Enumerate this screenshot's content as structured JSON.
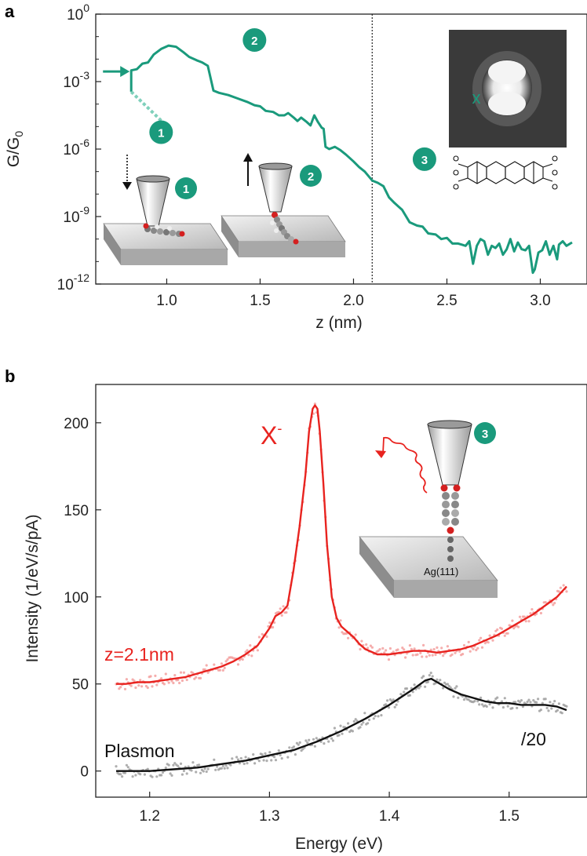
{
  "chart_data": [
    {
      "panel_label": "a",
      "type": "line",
      "xlabel": "z (nm)",
      "ylabel": "G/G",
      "ylabel_subscript": "0",
      "yscale": "log",
      "xlim": [
        0.62,
        3.25
      ],
      "ylim_log10": [
        -12,
        0
      ],
      "xticks": [
        "1.0",
        "1.5",
        "2.0",
        "2.5",
        "3.0"
      ],
      "xtick_values": [
        1.0,
        1.5,
        2.0,
        2.5,
        3.0
      ],
      "ytick_exponents": [
        "0",
        "-3",
        "-6",
        "-9",
        "-12"
      ],
      "ytick_values": [
        0,
        -3,
        -6,
        -9,
        -12
      ],
      "ytick_base": "10",
      "vline_x": 2.1,
      "series": [
        {
          "color": "#1a9a7c",
          "x": [
            0.81,
            0.81,
            0.84,
            0.87,
            0.9,
            0.93,
            0.97,
            1.01,
            1.05,
            1.09,
            1.12,
            1.16,
            1.19,
            1.22,
            1.25,
            1.28,
            1.33,
            1.38,
            1.43,
            1.47,
            1.5,
            1.53,
            1.57,
            1.6,
            1.63,
            1.65,
            1.68,
            1.7,
            1.72,
            1.75,
            1.77,
            1.79,
            1.81,
            1.83,
            1.84,
            1.85,
            1.87,
            1.9,
            1.93,
            1.96,
            2.0,
            2.03,
            2.06,
            2.1,
            2.13,
            2.16,
            2.19,
            2.22,
            2.26,
            2.3,
            2.34,
            2.37,
            2.4,
            2.44,
            2.47,
            2.5,
            2.53,
            2.56,
            2.58,
            2.6,
            2.62,
            2.64,
            2.66,
            2.68,
            2.7,
            2.72,
            2.74,
            2.76,
            2.78,
            2.8,
            2.82,
            2.84,
            2.86,
            2.88,
            2.9,
            2.92,
            2.94,
            2.96,
            2.97,
            2.99,
            3.01,
            3.03,
            3.05,
            3.07,
            3.09,
            3.1,
            3.12,
            3.14,
            3.17
          ],
          "log10y": [
            -3.45,
            -2.5,
            -2.45,
            -2.2,
            -2.15,
            -1.8,
            -1.55,
            -1.4,
            -1.45,
            -1.7,
            -1.9,
            -2.05,
            -2.15,
            -2.3,
            -3.4,
            -3.5,
            -3.6,
            -3.75,
            -3.9,
            -4.05,
            -4.1,
            -4.3,
            -4.35,
            -4.5,
            -4.5,
            -4.4,
            -4.6,
            -4.75,
            -4.6,
            -4.8,
            -4.95,
            -4.5,
            -4.8,
            -5.05,
            -5.1,
            -5.9,
            -6.0,
            -5.9,
            -6.05,
            -6.25,
            -6.55,
            -6.8,
            -7.0,
            -7.4,
            -7.5,
            -7.65,
            -8.15,
            -8.4,
            -8.7,
            -9.25,
            -9.4,
            -9.45,
            -9.75,
            -9.8,
            -10.0,
            -9.95,
            -10.2,
            -10.2,
            -10.25,
            -10.3,
            -10.1,
            -11.1,
            -10.3,
            -10.0,
            -10.1,
            -10.7,
            -10.3,
            -10.4,
            -10.2,
            -10.7,
            -10.45,
            -10.0,
            -10.55,
            -10.15,
            -10.45,
            -10.5,
            -10.3,
            -11.5,
            -11.35,
            -10.6,
            -10.5,
            -10.1,
            -10.7,
            -10.3,
            -10.9,
            -10.25,
            -10.1,
            -10.3,
            -10.15
          ]
        }
      ],
      "dashed_extension": {
        "x": [
          0.81,
          1.01
        ],
        "log10y": [
          -3.45,
          -5.05
        ]
      },
      "arrow_marker": {
        "x": 0.81,
        "log10y": -2.55
      },
      "curve_badges": [
        {
          "text": "1",
          "x": 0.97,
          "log10y": -5.25
        },
        {
          "text": "2",
          "x": 1.47,
          "log10y": -1.15
        },
        {
          "text": "3",
          "x": 2.38,
          "log10y": -6.45
        }
      ],
      "inset_badges": [
        "1",
        "2"
      ],
      "inset_stm_marker": "x"
    },
    {
      "panel_label": "b",
      "type": "line",
      "xlabel": "Energy (eV)",
      "ylabel": "Intensity (1/eV/s/pA)",
      "xlim": [
        1.155,
        1.565
      ],
      "ylim": [
        -15,
        222
      ],
      "xticks": [
        "1.2",
        "1.3",
        "1.4",
        "1.5"
      ],
      "xtick_values": [
        1.2,
        1.3,
        1.4,
        1.5
      ],
      "yticks": [
        "0",
        "50",
        "100",
        "150",
        "200"
      ],
      "ytick_values": [
        0,
        50,
        100,
        150,
        200
      ],
      "series": [
        {
          "color": "#e8231f",
          "raw_color": "#f29a99",
          "x": [
            1.172,
            1.18,
            1.19,
            1.2,
            1.21,
            1.22,
            1.23,
            1.24,
            1.25,
            1.26,
            1.27,
            1.28,
            1.29,
            1.3,
            1.305,
            1.31,
            1.315,
            1.32,
            1.325,
            1.33,
            1.333,
            1.336,
            1.338,
            1.34,
            1.342,
            1.345,
            1.348,
            1.352,
            1.356,
            1.36,
            1.365,
            1.37,
            1.375,
            1.38,
            1.39,
            1.4,
            1.41,
            1.42,
            1.43,
            1.44,
            1.45,
            1.46,
            1.47,
            1.48,
            1.49,
            1.5,
            1.51,
            1.52,
            1.53,
            1.54,
            1.548
          ],
          "y": [
            50,
            50,
            51,
            51,
            52,
            53,
            54,
            56,
            58,
            60,
            63,
            67,
            72,
            82,
            89,
            91,
            95,
            115,
            140,
            170,
            195,
            208,
            210,
            208,
            195,
            165,
            130,
            100,
            88,
            83,
            80,
            77,
            73,
            70,
            67,
            67,
            68,
            69,
            69,
            68,
            69,
            70,
            72,
            75,
            78,
            82,
            86,
            90,
            95,
            100,
            106
          ]
        },
        {
          "color": "#111111",
          "raw_color": "#9a9a9a",
          "x": [
            1.172,
            1.2,
            1.22,
            1.24,
            1.26,
            1.28,
            1.3,
            1.32,
            1.34,
            1.36,
            1.38,
            1.4,
            1.42,
            1.43,
            1.435,
            1.44,
            1.45,
            1.46,
            1.47,
            1.48,
            1.49,
            1.5,
            1.51,
            1.52,
            1.53,
            1.54,
            1.548
          ],
          "y": [
            0,
            0,
            1,
            2,
            4,
            6,
            9,
            12,
            17,
            23,
            30,
            38,
            47,
            52,
            53,
            51,
            47,
            44,
            42,
            40,
            39,
            39,
            38,
            38,
            38,
            37,
            35
          ]
        }
      ],
      "annotations": [
        {
          "text": "X",
          "sup": "-",
          "color": "#e8231f"
        },
        {
          "text": "z=2.1nm",
          "color": "#e8231f"
        },
        {
          "text": "Plasmon",
          "color": "#111111"
        },
        {
          "text": "/20",
          "color": "#111111"
        },
        {
          "text": "Ag(111)",
          "color": "#111111"
        }
      ],
      "inset_badge": "3"
    }
  ],
  "colors": {
    "accent_green": "#1a9a7c",
    "red": "#e8231f",
    "black": "#111111"
  }
}
